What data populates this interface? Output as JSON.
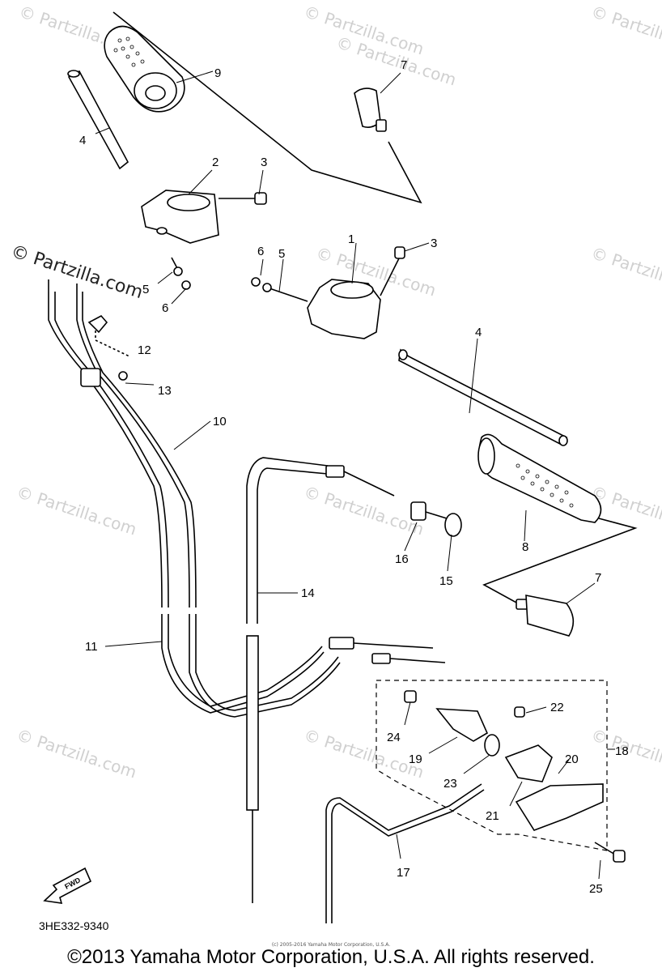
{
  "watermark": {
    "text": "© Partzilla.com",
    "main_text": "© Partzilla.com"
  },
  "part_labels": [
    "9",
    "7",
    "4",
    "2",
    "3",
    "1",
    "3",
    "6",
    "5",
    "5",
    "6",
    "12",
    "13",
    "4",
    "10",
    "16",
    "15",
    "8",
    "14",
    "7",
    "11",
    "22",
    "24",
    "18",
    "20",
    "19",
    "23",
    "21",
    "17",
    "25"
  ],
  "fwd_label": "FWD",
  "diagram_code": "3HE332-9340",
  "small_credit": "(c) 2005-2016 Yamaha Motor Corporation, U.S.A.",
  "copyright": "©2013 Yamaha Motor Corporation, U.S.A. All rights reserved."
}
